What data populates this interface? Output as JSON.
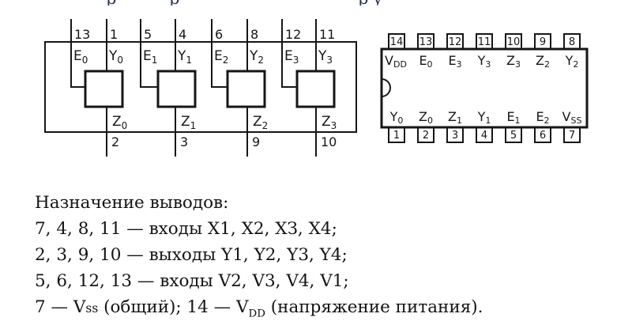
{
  "colors": {
    "paper": "#ffffff",
    "ink": "#161616",
    "clipped_text": "#2b3550"
  },
  "top_clip": {
    "glyphs": [
      "р",
      "р",
      "р",
      "у"
    ]
  },
  "logic_diagram": {
    "cells": [
      {
        "pin_e": "13",
        "pin_y": "1",
        "e": {
          "base": "E",
          "sub": "0"
        },
        "y": {
          "base": "Y",
          "sub": "0"
        },
        "z": {
          "base": "Z",
          "sub": "0"
        },
        "pin_z": "2"
      },
      {
        "pin_e": "5",
        "pin_y": "4",
        "e": {
          "base": "E",
          "sub": "1"
        },
        "y": {
          "base": "Y",
          "sub": "1"
        },
        "z": {
          "base": "Z",
          "sub": "1"
        },
        "pin_z": "3"
      },
      {
        "pin_e": "6",
        "pin_y": "8",
        "e": {
          "base": "E",
          "sub": "2"
        },
        "y": {
          "base": "Y",
          "sub": "2"
        },
        "z": {
          "base": "Z",
          "sub": "2"
        },
        "pin_z": "9"
      },
      {
        "pin_e": "12",
        "pin_y": "11",
        "e": {
          "base": "E",
          "sub": "3"
        },
        "y": {
          "base": "Y",
          "sub": "3"
        },
        "z": {
          "base": "Z",
          "sub": "3"
        },
        "pin_z": "10"
      }
    ]
  },
  "dip": {
    "top_pins": [
      {
        "num": "14",
        "label": {
          "base": "V",
          "sub": "DD"
        }
      },
      {
        "num": "13",
        "label": {
          "base": "E",
          "sub": "0"
        }
      },
      {
        "num": "12",
        "label": {
          "base": "E",
          "sub": "3"
        }
      },
      {
        "num": "11",
        "label": {
          "base": "Y",
          "sub": "3"
        }
      },
      {
        "num": "10",
        "label": {
          "base": "Z",
          "sub": "3"
        }
      },
      {
        "num": "9",
        "label": {
          "base": "Z",
          "sub": "2"
        }
      },
      {
        "num": "8",
        "label": {
          "base": "Y",
          "sub": "2"
        }
      }
    ],
    "bottom_pins": [
      {
        "num": "1",
        "label": {
          "base": "Y",
          "sub": "0"
        }
      },
      {
        "num": "2",
        "label": {
          "base": "Z",
          "sub": "0"
        }
      },
      {
        "num": "3",
        "label": {
          "base": "Z",
          "sub": "1"
        }
      },
      {
        "num": "4",
        "label": {
          "base": "Y",
          "sub": "1"
        }
      },
      {
        "num": "5",
        "label": {
          "base": "E",
          "sub": "1"
        }
      },
      {
        "num": "6",
        "label": {
          "base": "E",
          "sub": "2"
        }
      },
      {
        "num": "7",
        "label": {
          "base": "V",
          "sub": "SS"
        }
      }
    ]
  },
  "pin_description": {
    "heading": "Назначение выводов:",
    "line1": "7, 4, 8, 11 — входы X1, X2, ХЗ, X4;",
    "line2": "2, 3, 9, 10 — выходы Y1, Y2, Y3, Y4;",
    "line3": "5, 6, 12, 13 — входы V2, V3, V4, V1;",
    "line4": {
      "p1": "7 — V",
      "p2": "ss",
      "p3": " (общий); 14 — V",
      "p4": "DD",
      "p5": " (напряжение питания)."
    }
  }
}
